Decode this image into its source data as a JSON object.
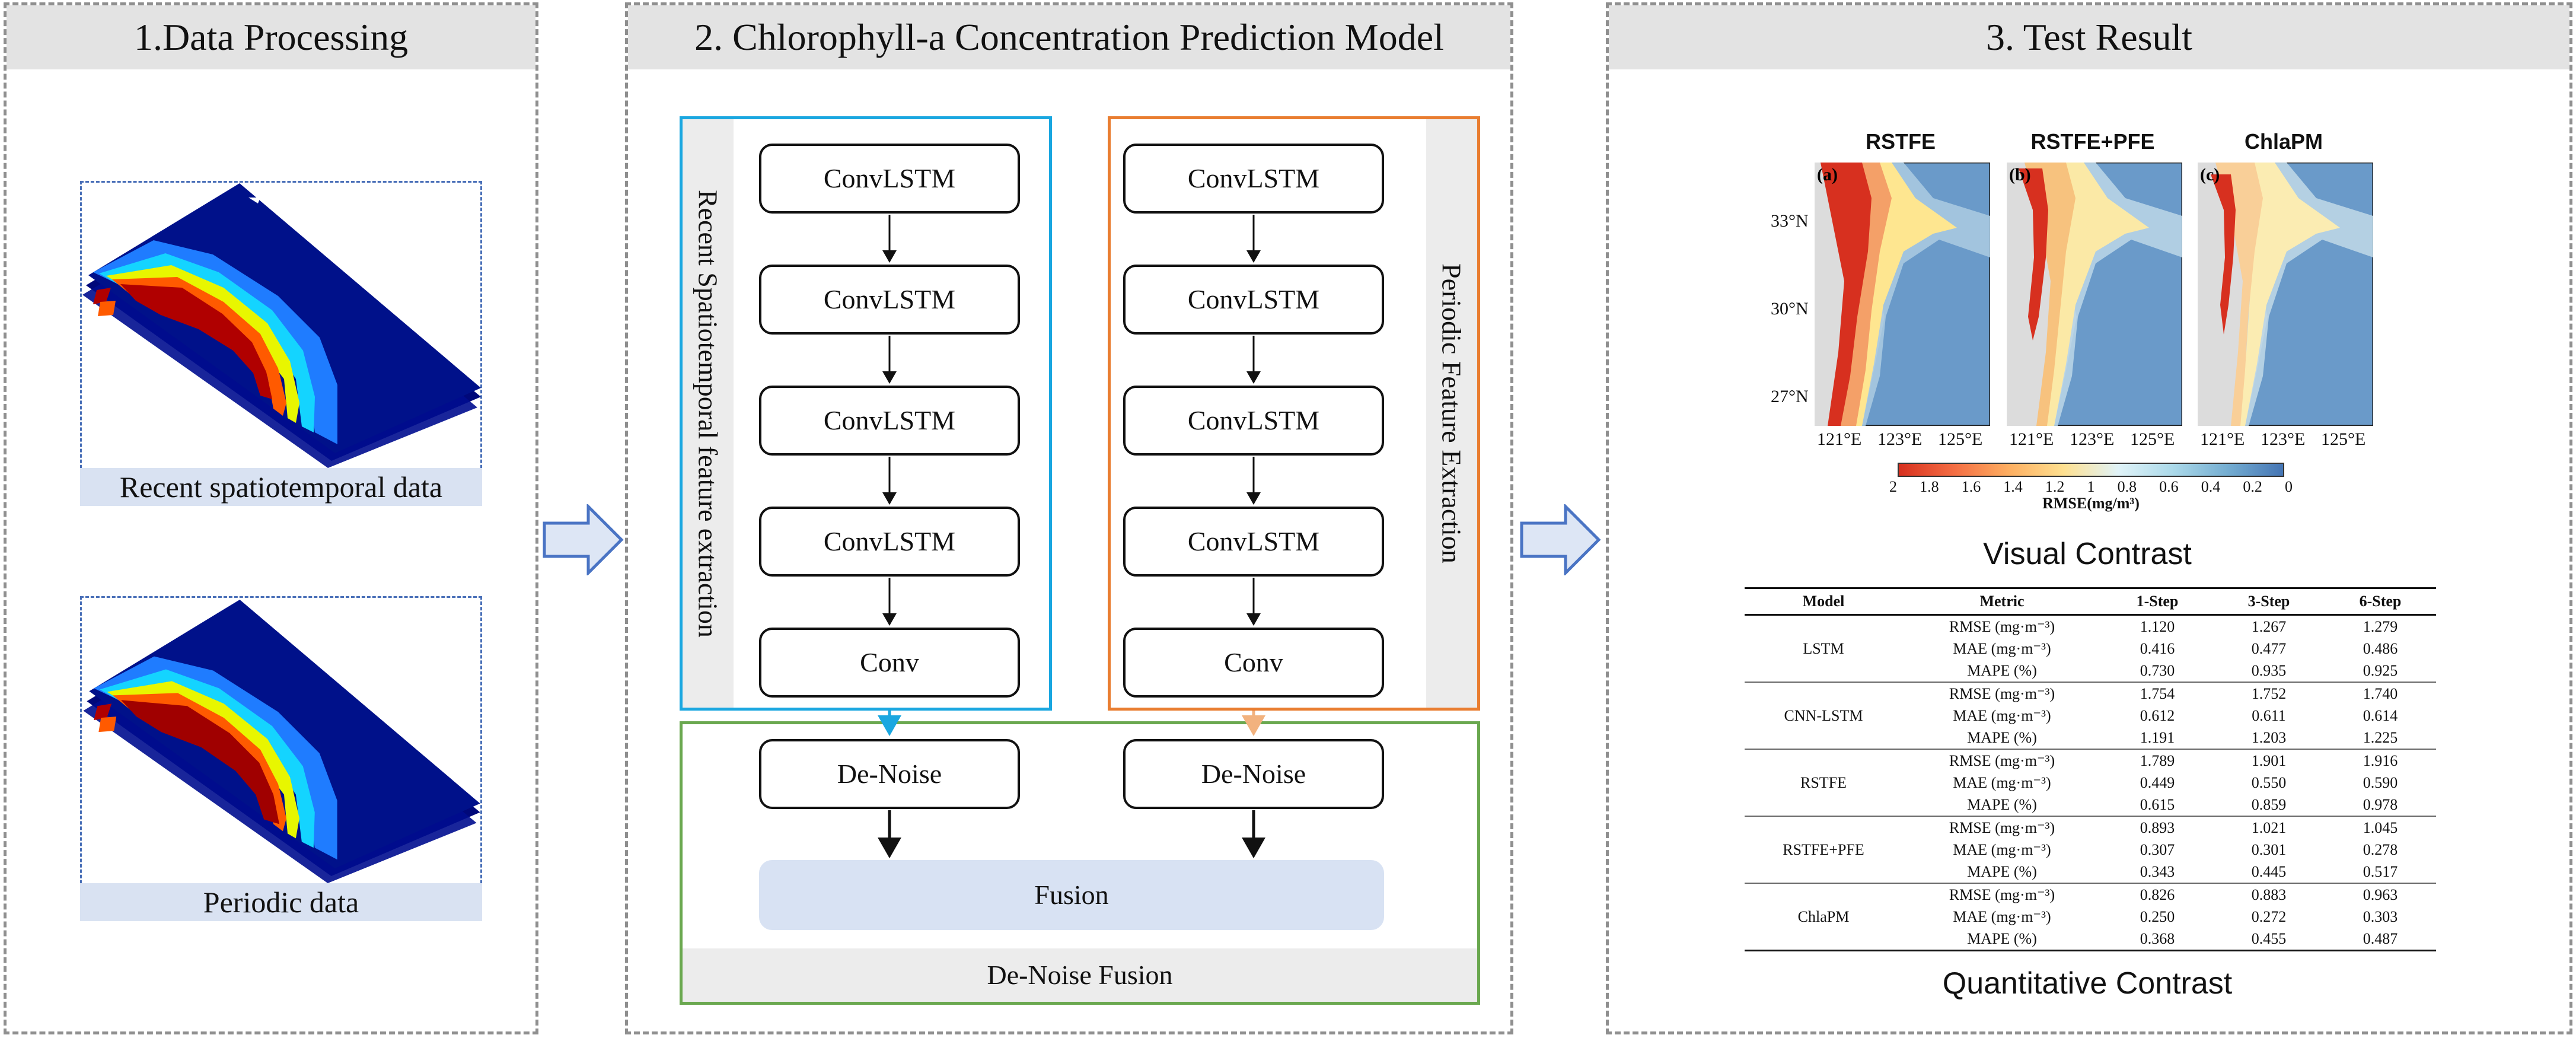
{
  "panels": {
    "data_processing": {
      "title": "1.Data Processing",
      "recent_label": "Recent spatiotemporal data",
      "periodic_label": "Periodic data"
    },
    "model": {
      "title": "2. Chlorophyll-a Concentration Prediction Model",
      "recent_branch_label": "Recent Spatiotemporal feature extraction",
      "periodic_branch_label": "Periodic Feature Extraction",
      "recent_nodes": [
        "ConvLSTM",
        "ConvLSTM",
        "ConvLSTM",
        "ConvLSTM",
        "Conv"
      ],
      "periodic_nodes": [
        "ConvLSTM",
        "ConvLSTM",
        "ConvLSTM",
        "ConvLSTM",
        "Conv"
      ],
      "denoise_left": "De-Noise",
      "denoise_right": "De-Noise",
      "fusion": "Fusion",
      "denoise_fusion_label": "De-Noise Fusion"
    },
    "test_result": {
      "title": "3. Test Result",
      "maps": [
        {
          "title": "RSTFE",
          "tag": "(a)"
        },
        {
          "title": "RSTFE+PFE",
          "tag": "(b)"
        },
        {
          "title": "ChlaPM",
          "tag": "(c)"
        }
      ],
      "lat_ticks": [
        "33°N",
        "30°N",
        "27°N"
      ],
      "lon_ticks": [
        "121°E",
        "123°E",
        "125°E"
      ],
      "colorbar": {
        "ticks": [
          "2",
          "1.8",
          "1.6",
          "1.4",
          "1.2",
          "1",
          "0.8",
          "0.6",
          "0.4",
          "0.2",
          "0"
        ],
        "label": "RMSE(mg/m³)",
        "colors": [
          "#d7301f",
          "#fdae61",
          "#fee090",
          "#abd9e9",
          "#4575b4"
        ]
      },
      "visual_caption": "Visual Contrast",
      "quant_caption": "Quantitative Contrast",
      "table": {
        "headers": [
          "Model",
          "Metric",
          "1-Step",
          "3-Step",
          "6-Step"
        ],
        "groups": [
          {
            "model": "LSTM",
            "rows": [
              {
                "metric": "RMSE (mg·m⁻³)",
                "v1": "1.120",
                "v3": "1.267",
                "v6": "1.279"
              },
              {
                "metric": "MAE (mg·m⁻³)",
                "v1": "0.416",
                "v3": "0.477",
                "v6": "0.486"
              },
              {
                "metric": "MAPE (%)",
                "v1": "0.730",
                "v3": "0.935",
                "v6": "0.925"
              }
            ]
          },
          {
            "model": "CNN-LSTM",
            "rows": [
              {
                "metric": "RMSE (mg·m⁻³)",
                "v1": "1.754",
                "v3": "1.752",
                "v6": "1.740"
              },
              {
                "metric": "MAE (mg·m⁻³)",
                "v1": "0.612",
                "v3": "0.611",
                "v6": "0.614"
              },
              {
                "metric": "MAPE (%)",
                "v1": "1.191",
                "v3": "1.203",
                "v6": "1.225"
              }
            ]
          },
          {
            "model": "RSTFE",
            "rows": [
              {
                "metric": "RMSE (mg·m⁻³)",
                "v1": "1.789",
                "v3": "1.901",
                "v6": "1.916"
              },
              {
                "metric": "MAE (mg·m⁻³)",
                "v1": "0.449",
                "v3": "0.550",
                "v6": "0.590"
              },
              {
                "metric": "MAPE (%)",
                "v1": "0.615",
                "v3": "0.859",
                "v6": "0.978"
              }
            ]
          },
          {
            "model": "RSTFE+PFE",
            "rows": [
              {
                "metric": "RMSE (mg·m⁻³)",
                "v1": "0.893",
                "v3": "1.021",
                "v6": "1.045"
              },
              {
                "metric": "MAE (mg·m⁻³)",
                "v1": "0.307",
                "v3": "0.301",
                "v6": "0.278"
              },
              {
                "metric": "MAPE (%)",
                "v1": "0.343",
                "v3": "0.445",
                "v6": "0.517"
              }
            ]
          },
          {
            "model": "ChlaPM",
            "rows": [
              {
                "metric": "RMSE (mg·m⁻³)",
                "v1": "0.826",
                "v3": "0.883",
                "v6": "0.963"
              },
              {
                "metric": "MAE (mg·m⁻³)",
                "v1": "0.250",
                "v3": "0.272",
                "v6": "0.303"
              },
              {
                "metric": "MAPE (%)",
                "v1": "0.368",
                "v3": "0.455",
                "v6": "0.487"
              }
            ]
          }
        ]
      }
    }
  },
  "colors": {
    "recent_branch": "#1aa7e0",
    "periodic_branch": "#e97d30",
    "fusion_border": "#6aa84f",
    "fusion_fill": "#d8e2f3",
    "arrow_fill": "#dde6f5",
    "arrow_stroke": "#4a74c4"
  }
}
